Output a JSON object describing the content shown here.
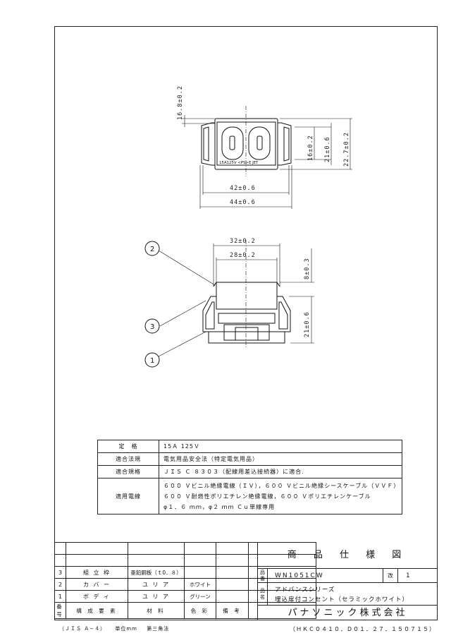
{
  "top_view": {
    "stamp_text": "15A125V <PS>E JET",
    "dims": {
      "pitch": "16.8±0.2",
      "inner_h": "16±0.2",
      "body_h": "21±0.6",
      "total_h": "22.7±0.2",
      "inner_w": "42±0.6",
      "outer_w": "44±0.6"
    }
  },
  "side_view": {
    "dims": {
      "top_w": "32±0.2",
      "inner_w": "28±0.2",
      "top_h": "8±0.3",
      "body_h": "21±0.6"
    },
    "callouts": [
      "2",
      "3",
      "1"
    ]
  },
  "spec_table": [
    {
      "key": "定　格",
      "lines": [
        "15Ａ 125Ｖ"
      ]
    },
    {
      "key": "適合法規",
      "lines": [
        "電気用品安全法（特定電気用品）"
      ]
    },
    {
      "key": "適合規格",
      "lines": [
        "ＪＩＳ Ｃ ８３０３（配線用差込接続器）に適合."
      ]
    },
    {
      "key": "適用電線",
      "lines": [
        "６００ Ｖビニル絶縁電線（ＩＶ），６００ Ｖビニル絶縁シースケーブル（ＶＶＦ）",
        "６００ Ｖ耐燃性ポリエチレン絶縁電線，６００ Ｖポリエチレンケーブル",
        "φ１．６ ｍｍ，φ２ ｍｍ Ｃｕ単線専用"
      ]
    }
  ],
  "parts_list": {
    "rows": [
      {
        "no": "3",
        "element": "組 立 枠",
        "material": "亜鉛鋼板（ｔ0．８）",
        "color": "",
        "note": ""
      },
      {
        "no": "2",
        "element": "カ バ ー",
        "material": "ユ リ ア",
        "color": "ホワイト",
        "note": ""
      },
      {
        "no": "1",
        "element": "ボ デ ィ",
        "material": "ユ リ ア",
        "color": "グリーン",
        "note": ""
      }
    ],
    "header": {
      "no": "番号",
      "element": "構 成 要 素",
      "material": "材 料",
      "color": "色 彩",
      "note": "備 考"
    }
  },
  "title_block": {
    "title": "商 品 仕 様 図",
    "number_label": "品番",
    "number": "WN1051CW",
    "revision_label": "改",
    "revision": "1",
    "name_label": "品名",
    "name_line1": "アドバンスシリーズ",
    "name_line2": "埋込扉付コンセント（セラミックホワイト）",
    "company": "パナソニック株式会社"
  },
  "footer": {
    "standard": "（ＪＩＳ Ａ−４）",
    "unit": "単位mm",
    "projection": "第三角法",
    "code": "（ＨＫＣ０４１０．Ｄ０１．２７．１５０７１５）"
  }
}
